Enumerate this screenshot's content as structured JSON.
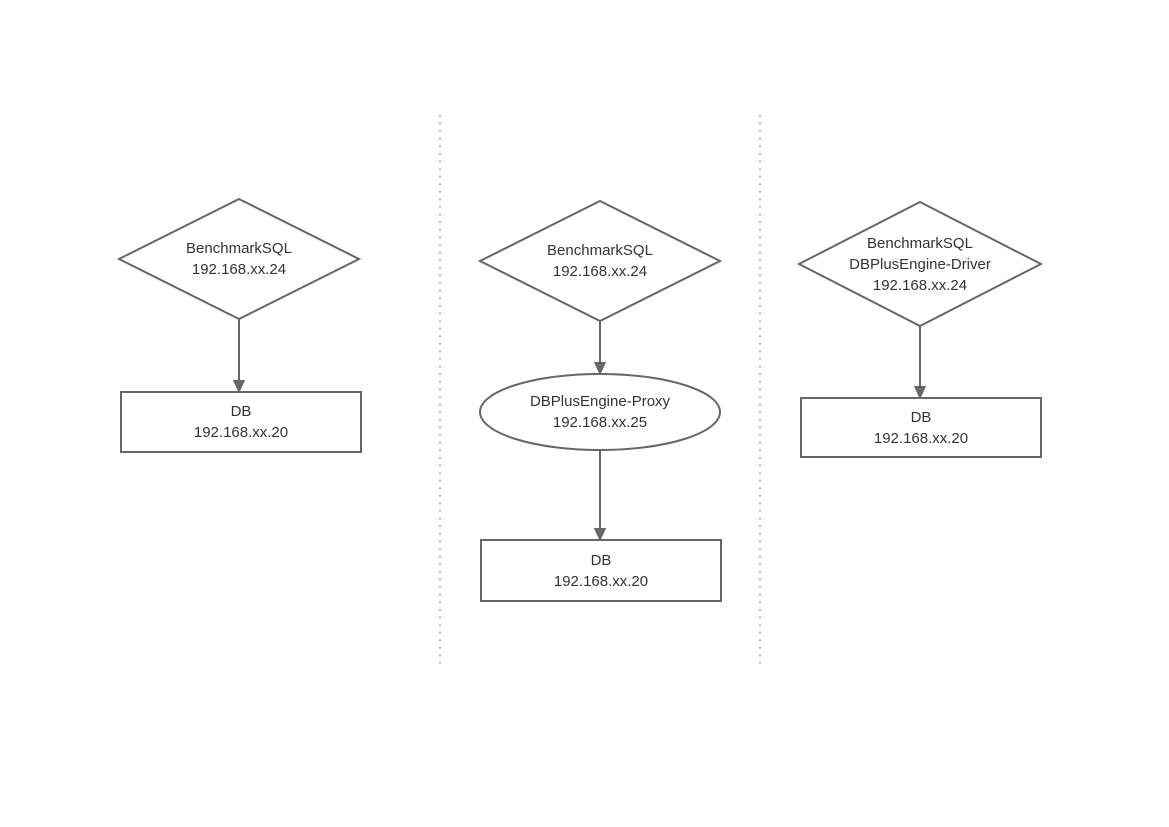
{
  "diagram": {
    "colors": {
      "stroke": "#666666",
      "text": "#333333",
      "divider": "#999999",
      "fill": "#ffffff"
    },
    "columns": [
      {
        "nodes": [
          {
            "shape": "diamond",
            "lines": [
              "BenchmarkSQL",
              "192.168.xx.24"
            ]
          },
          {
            "shape": "rect",
            "lines": [
              "DB",
              "192.168.xx.20"
            ]
          }
        ]
      },
      {
        "nodes": [
          {
            "shape": "diamond",
            "lines": [
              "BenchmarkSQL",
              "192.168.xx.24"
            ]
          },
          {
            "shape": "ellipse",
            "lines": [
              "DBPlusEngine-Proxy",
              "192.168.xx.25"
            ]
          },
          {
            "shape": "rect",
            "lines": [
              "DB",
              "192.168.xx.20"
            ]
          }
        ]
      },
      {
        "nodes": [
          {
            "shape": "diamond",
            "lines": [
              "BenchmarkSQL",
              "DBPlusEngine-Driver",
              "192.168.xx.24"
            ]
          },
          {
            "shape": "rect",
            "lines": [
              "DB",
              "192.168.xx.20"
            ]
          }
        ]
      }
    ]
  }
}
